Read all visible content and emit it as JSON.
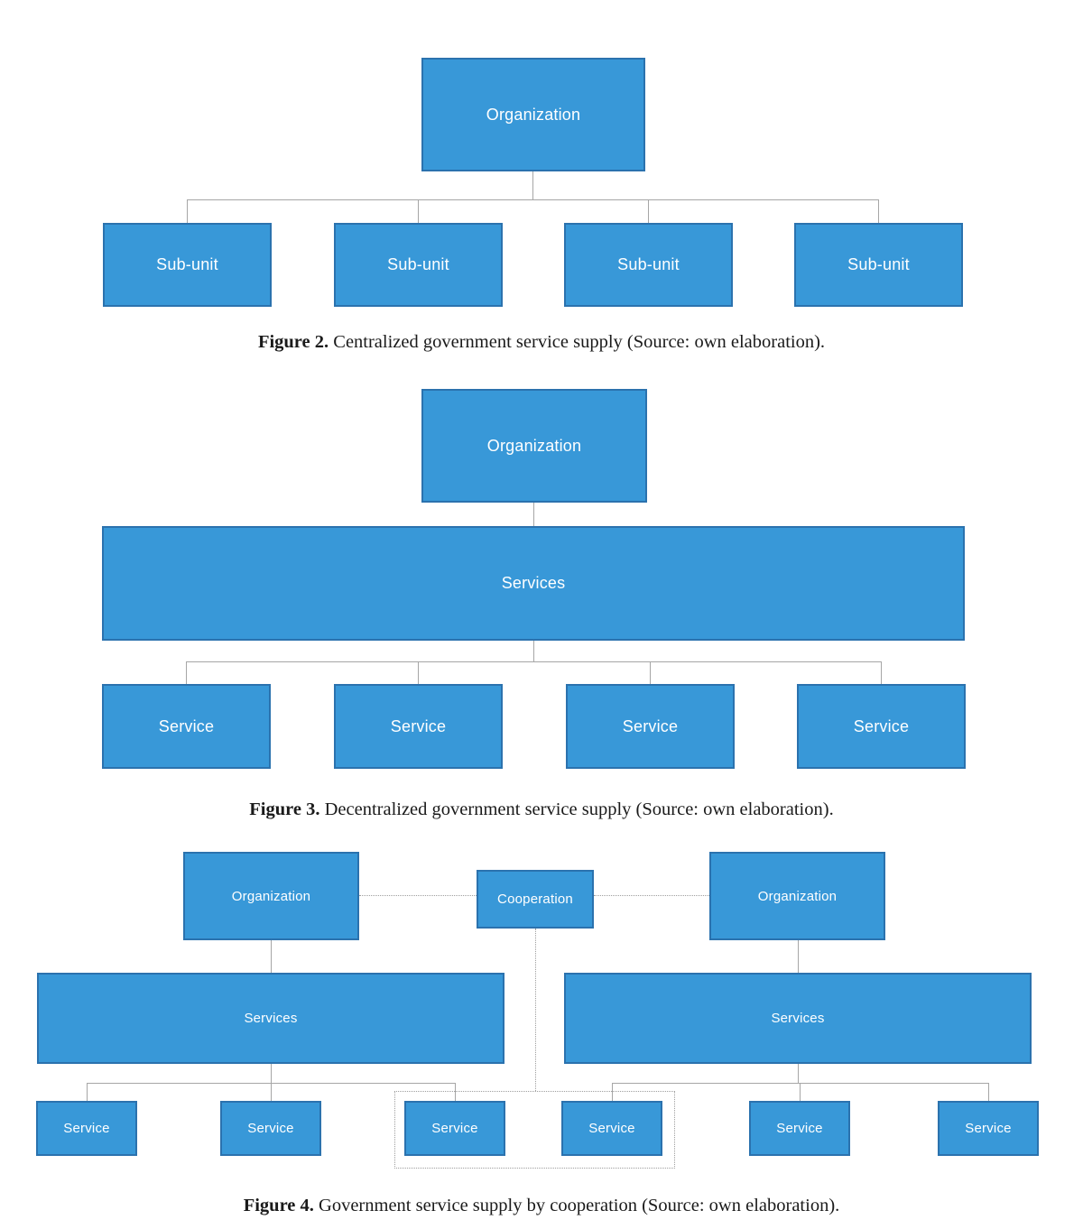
{
  "colors": {
    "box_fill": "#3898d8",
    "box_border": "#2b72ae",
    "connector_line": "#a6a6a6",
    "dotted_line": "#9e9e9e",
    "label_text": "#ffffff",
    "caption_text": "#1a1a1a"
  },
  "figure2": {
    "root_label": "Organization",
    "children": [
      "Sub-unit",
      "Sub-unit",
      "Sub-unit",
      "Sub-unit"
    ],
    "caption_label": "Figure 2.",
    "caption_text": "Centralized government service supply (Source: own elaboration)."
  },
  "figure3": {
    "root_label": "Organization",
    "services_label": "Services",
    "children": [
      "Service",
      "Service",
      "Service",
      "Service"
    ],
    "caption_label": "Figure 3.",
    "caption_text": "Decentralized government service supply (Source: own elaboration)."
  },
  "figure4": {
    "left_org_label": "Organization",
    "cooperation_label": "Cooperation",
    "right_org_label": "Organization",
    "left_services_label": "Services",
    "right_services_label": "Services",
    "children": [
      "Service",
      "Service",
      "Service",
      "Service",
      "Service",
      "Service"
    ],
    "caption_label": "Figure 4.",
    "caption_text": "Government service supply by cooperation (Source: own elaboration)."
  }
}
